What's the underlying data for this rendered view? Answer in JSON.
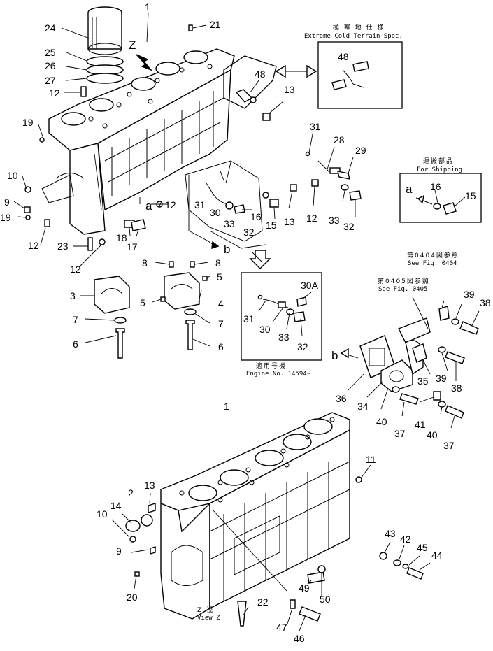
{
  "header": {
    "extreme_cold_jp": "極 寒 地 仕 様",
    "extreme_cold_en": "Extreme Cold Terrain Spec.",
    "shipping_jp": "運搬部品",
    "shipping_en": "For Shipping",
    "fig0404_jp": "第0404図参照",
    "fig0404_en": "See Fig. 0404",
    "fig0405_jp": "第0405図参照",
    "fig0405_en": "See Fig. 0405",
    "engine_no_jp": "適用号機",
    "engine_no_en": "Engine No. 14594~",
    "view_jp": "Z 視",
    "view_en": "View Z"
  },
  "markers": {
    "z": "Z",
    "a": "a",
    "b": "b"
  },
  "callouts": {
    "c1": "1",
    "c2": "2",
    "c3": "3",
    "c4": "4",
    "c5": "5",
    "c6": "6",
    "c7": "7",
    "c8": "8",
    "c9": "9",
    "c10": "10",
    "c11": "11",
    "c12": "12",
    "c13": "13",
    "c14": "14",
    "c15": "15",
    "c16": "16",
    "c17": "17",
    "c18": "18",
    "c19": "19",
    "c20": "20",
    "c21": "21",
    "c22": "22",
    "c23": "23",
    "c24": "24",
    "c25": "25",
    "c26": "26",
    "c27": "27",
    "c28": "28",
    "c29": "29",
    "c30": "30",
    "c30a": "30A",
    "c31": "31",
    "c32": "32",
    "c33": "33",
    "c34": "34",
    "c35": "35",
    "c36": "36",
    "c37": "37",
    "c38": "38",
    "c39": "39",
    "c40": "40",
    "c41": "41",
    "c42": "42",
    "c43": "43",
    "c44": "44",
    "c45": "45",
    "c46": "46",
    "c47": "47",
    "c48": "48",
    "c49": "49",
    "c50": "50"
  }
}
